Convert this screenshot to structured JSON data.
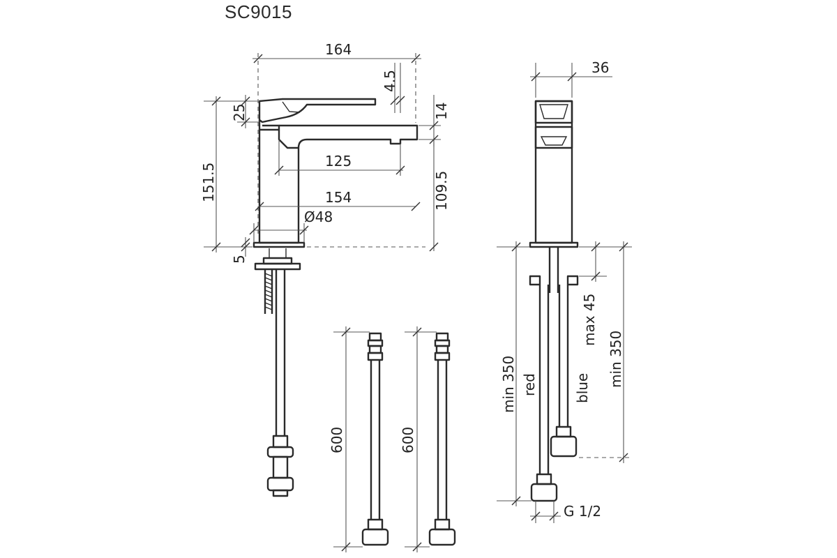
{
  "title": "SC9015",
  "dimensions": {
    "overall_length": "164",
    "spout_gap": "4.5",
    "lever_height": "25",
    "spout_height": "14",
    "total_height": "151.5",
    "reach": "125",
    "outlet_height": "109.5",
    "base_to_outlet": "154",
    "base_diameter": "Ø48",
    "base_plate": "5",
    "body_width": "36",
    "hose_min_left": "min 350",
    "hose_min_right": "min 350",
    "tail_max": "max 45",
    "thread": "G 1/2",
    "hose_length_a": "600",
    "hose_length_b": "600"
  },
  "labels": {
    "hot": "red",
    "cold": "blue"
  }
}
